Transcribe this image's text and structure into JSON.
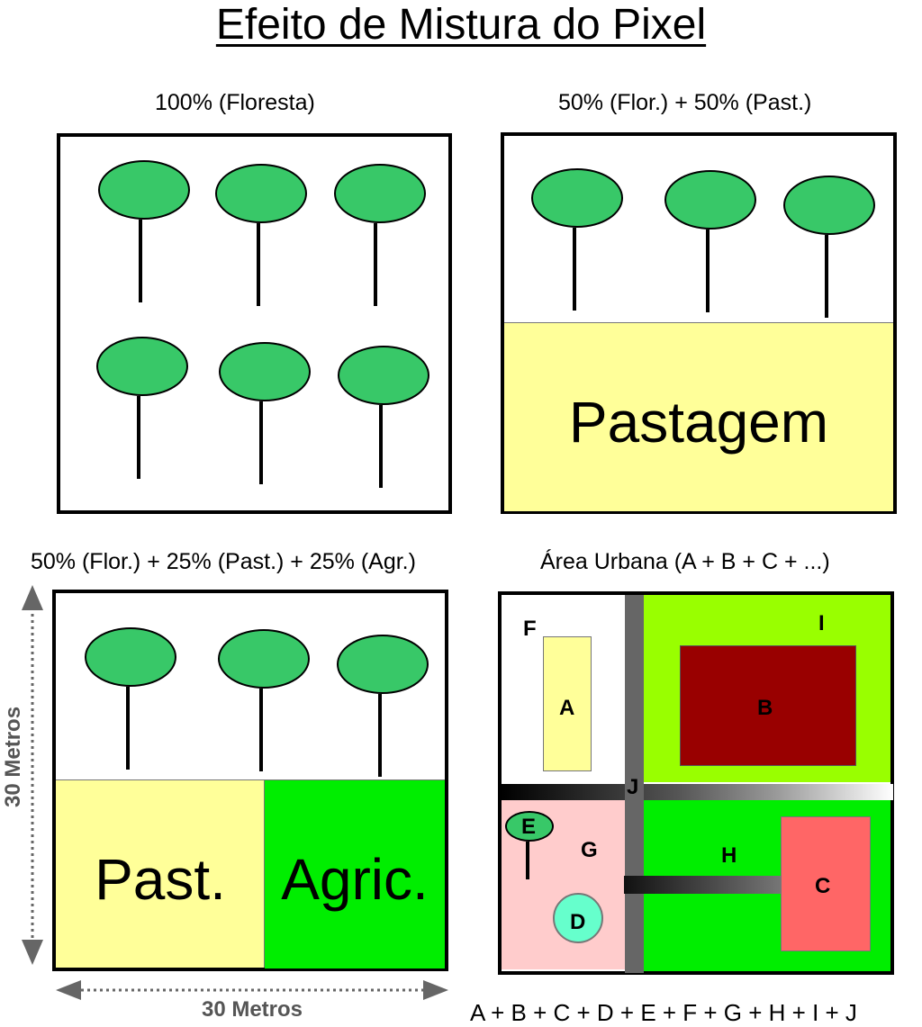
{
  "title": "Efeito de Mistura do Pixel",
  "panels": {
    "forest": {
      "caption": "100% (Floresta)"
    },
    "forest_pasture": {
      "caption": "50% (Flor.) + 50% (Past.)",
      "pasture_label": "Pastagem"
    },
    "mixed": {
      "caption": "50% (Flor.) + 25% (Past.) + 25% (Agr.)",
      "pasture_label": "Past.",
      "agric_label": "Agric."
    },
    "urban": {
      "caption": "Área Urbana (A + B + C + ...)",
      "labels": {
        "A": "A",
        "B": "B",
        "C": "C",
        "D": "D",
        "E": "E",
        "F": "F",
        "G": "G",
        "H": "H",
        "I": "I",
        "J": "J"
      },
      "formula": "A + B + C + D + E + F + G + H + I + J"
    }
  },
  "axes": {
    "vertical_label": "30 Metros",
    "horizontal_label": "30 Metros"
  },
  "colors": {
    "tree": "#38c868",
    "pasture": "#ffff99",
    "agriculture": "#00ee00",
    "lawn": "#99ff00",
    "roof_dark_red": "#990000",
    "roof_salmon": "#ff6666",
    "lot_pink": "#ffcccc",
    "pool": "#66ffcc",
    "road": "#666666",
    "axis_arrow": "#666666"
  }
}
